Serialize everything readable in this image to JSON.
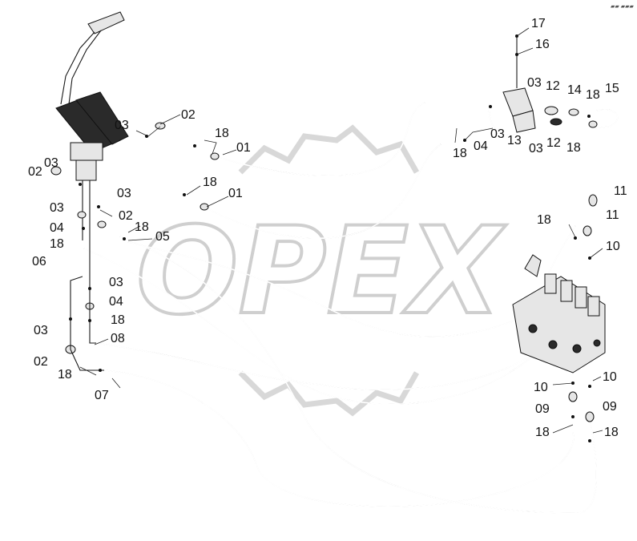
{
  "watermark": {
    "text": "OPEX"
  },
  "corner_mark": "▰▰ ▰▰▰",
  "callouts": [
    {
      "id": "c1",
      "text": "17"
    },
    {
      "id": "c2",
      "text": "16"
    },
    {
      "id": "c3",
      "text": "03"
    },
    {
      "id": "c4",
      "text": "12"
    },
    {
      "id": "c5",
      "text": "14"
    },
    {
      "id": "c6",
      "text": "18"
    },
    {
      "id": "c7",
      "text": "15"
    },
    {
      "id": "c8",
      "text": "02"
    },
    {
      "id": "c9",
      "text": "03"
    },
    {
      "id": "c10",
      "text": "18"
    },
    {
      "id": "c11",
      "text": "01"
    },
    {
      "id": "c12",
      "text": "03"
    },
    {
      "id": "c13",
      "text": "13"
    },
    {
      "id": "c14",
      "text": "12"
    },
    {
      "id": "c15",
      "text": "18"
    },
    {
      "id": "c16",
      "text": "03"
    },
    {
      "id": "c17",
      "text": "04"
    },
    {
      "id": "c18",
      "text": "18"
    },
    {
      "id": "c19",
      "text": "02"
    },
    {
      "id": "c20",
      "text": "03"
    },
    {
      "id": "c21",
      "text": "18"
    },
    {
      "id": "c22",
      "text": "01"
    },
    {
      "id": "c23",
      "text": "03"
    },
    {
      "id": "c24",
      "text": "03"
    },
    {
      "id": "c25",
      "text": "02"
    },
    {
      "id": "c26",
      "text": "04"
    },
    {
      "id": "c27",
      "text": "18"
    },
    {
      "id": "c28",
      "text": "18"
    },
    {
      "id": "c29",
      "text": "05"
    },
    {
      "id": "c30",
      "text": "06"
    },
    {
      "id": "c31",
      "text": "11"
    },
    {
      "id": "c32",
      "text": "18"
    },
    {
      "id": "c33",
      "text": "11"
    },
    {
      "id": "c34",
      "text": "10"
    },
    {
      "id": "c35",
      "text": "03"
    },
    {
      "id": "c36",
      "text": "04"
    },
    {
      "id": "c37",
      "text": "18"
    },
    {
      "id": "c38",
      "text": "03"
    },
    {
      "id": "c39",
      "text": "08"
    },
    {
      "id": "c40",
      "text": "02"
    },
    {
      "id": "c41",
      "text": "18"
    },
    {
      "id": "c42",
      "text": "07"
    },
    {
      "id": "c43",
      "text": "10"
    },
    {
      "id": "c44",
      "text": "10"
    },
    {
      "id": "c45",
      "text": "09"
    },
    {
      "id": "c46",
      "text": "09"
    },
    {
      "id": "c47",
      "text": "18"
    },
    {
      "id": "c48",
      "text": "18"
    }
  ]
}
